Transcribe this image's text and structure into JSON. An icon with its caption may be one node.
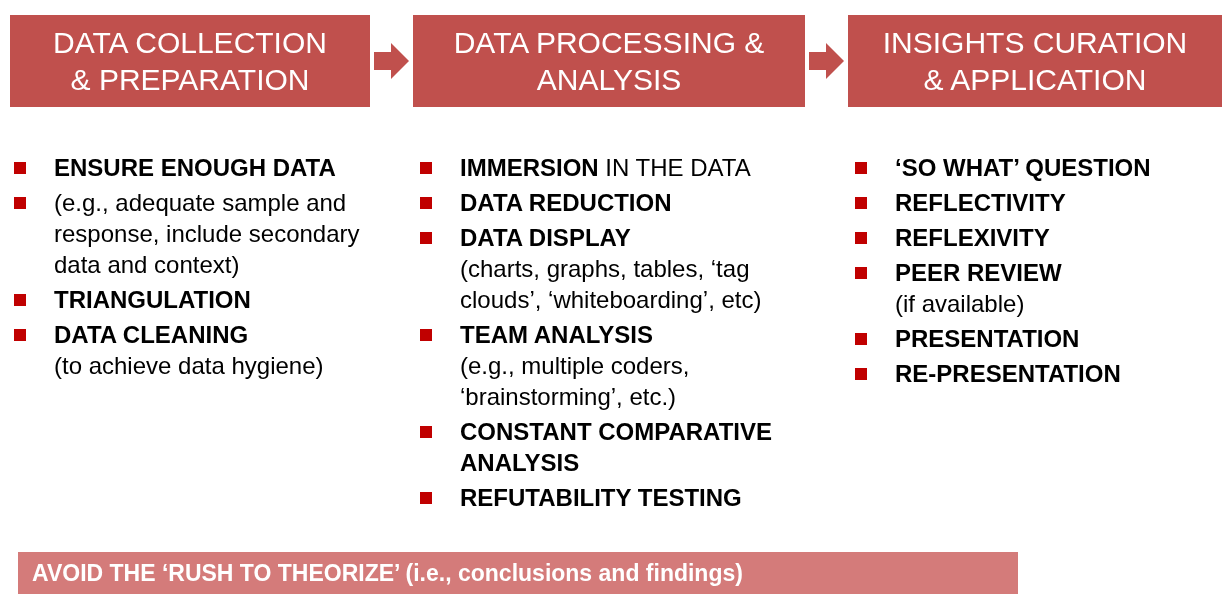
{
  "diagram": {
    "nodes": [
      {
        "text": [
          "DATA COLLECTION & PREPARATION"
        ]
      },
      {
        "text": [
          "DATA PROCESSING & ANALYSIS"
        ]
      },
      {
        "text": [
          "INSIGHTS CURATION & APPLICATION"
        ]
      },
      {
        "text": [
          "AVOID THE ‘RUSH TO THEORIZE’ (i.e., conclusions and findings)"
        ]
      }
    ],
    "edges": [
      {
        "from": 0,
        "to": 1,
        "arrow": "to"
      },
      {
        "from": 1,
        "to": 2,
        "arrow": "to"
      }
    ],
    "labels": [
      "ENSURE ENOUGH DATA",
      "(e.g., adequate sample and response, include secondary data and context)",
      "TRIANGULATION",
      "DATA CLEANING",
      "(to achieve data hygiene)",
      "**IMMERSION** IN THE DATA",
      "DATA REDUCTION",
      "DATA DISPLAY",
      "(charts, graphs, tables, ‘tag clouds’, ‘whiteboarding’, etc)",
      "TEAM ANALYSIS",
      "(e.g., multiple coders, ‘brainstorming’, etc.)",
      "CONSTANT COMPARATIVE ANALYSIS",
      "REFUTABILITY TESTING",
      "‘SO WHAT’ QUESTION",
      "REFLECTIVITY",
      "REFLEXIVITY",
      "PEER REVIEW",
      "(if available)",
      "PRESENTATION",
      "RE-PRESENTATION"
    ]
  }
}
